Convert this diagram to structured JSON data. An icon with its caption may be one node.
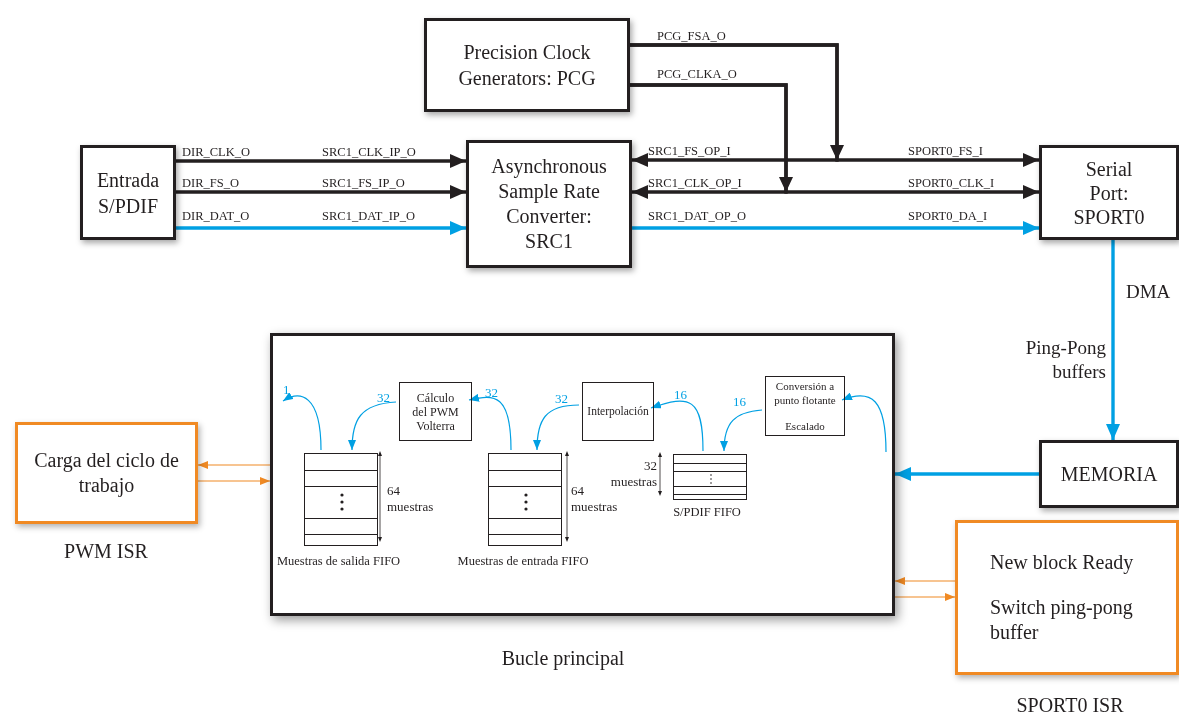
{
  "diagram": {
    "nodes": [
      {
        "text": [
          "Precision Clock Generators: PCG"
        ]
      },
      {
        "text": [
          "Entrada S/PDIF"
        ]
      },
      {
        "text": [
          "Asynchronous Sample Rate Converter: SRC1"
        ]
      },
      {
        "text": [
          "Serial Port: SPORT0"
        ]
      },
      {
        "text": [
          "MEMORIA"
        ]
      },
      {
        "text": [],
        "shape": "box",
        "beside": [
          "Bucle principal"
        ]
      },
      {
        "text": [
          "Carga del ciclo de trabajo"
        ],
        "beside": [
          "PWM ISR"
        ]
      },
      {
        "text": [
          "New block Ready",
          "Switch ping-pong buffer"
        ],
        "beside": [
          "SPORT0 ISR"
        ]
      },
      {
        "text": [],
        "shape": "box",
        "in": 5,
        "beside": [
          "64 muestras",
          "Muestras de salida FIFO"
        ]
      },
      {
        "text": [
          "Cálculo del PWM Volterra"
        ],
        "in": 5
      },
      {
        "text": [],
        "shape": "box",
        "in": 5,
        "beside": [
          "64 muestras",
          "Muestras de entrada FIFO"
        ]
      },
      {
        "text": [
          "Interpolación"
        ],
        "in": 5
      },
      {
        "text": [],
        "shape": "box",
        "in": 5,
        "beside": [
          "32 muestras",
          "S/PDIF FIFO"
        ]
      },
      {
        "text": [
          "Conversión a punto flotante",
          "Escalado"
        ],
        "in": 5
      }
    ],
    "edges": [
      {
        "from": 0,
        "to": 2,
        "arrow": "to",
        "label": "SRC1_FS_OP_I",
        "style": "thick",
        "color": "#231f20"
      },
      {
        "from": 0,
        "to": 3,
        "arrow": "to",
        "label": "SPORT0_FS_I",
        "style": "thick",
        "color": "#231f20"
      },
      {
        "from": 0,
        "to": 2,
        "arrow": "to",
        "label": "SRC1_CLK_OP_I",
        "style": "thick",
        "color": "#231f20"
      },
      {
        "from": 0,
        "to": 3,
        "arrow": "to",
        "label": "SPORT0_CLK_I",
        "style": "thick",
        "color": "#231f20"
      },
      {
        "from": 1,
        "to": 2,
        "arrow": "to",
        "label": "DIR_CLK_O",
        "style": "thick",
        "color": "#231f20"
      },
      {
        "from": 1,
        "to": 2,
        "arrow": "to",
        "label": "DIR_FS_O",
        "style": "thick",
        "color": "#231f20"
      },
      {
        "from": 1,
        "to": 2,
        "arrow": "to",
        "label": "DIR_DAT_O",
        "style": "thick"
      },
      {
        "from": 2,
        "to": 3,
        "arrow": "to",
        "label": "SRC1_DAT_OP_O",
        "style": "thick"
      },
      {
        "from": 3,
        "to": 4,
        "arrow": "to",
        "label": "DMA",
        "style": "thick"
      },
      {
        "from": 4,
        "to": 5,
        "arrow": "to",
        "style": "thick"
      },
      {
        "from": 5,
        "to": 6,
        "arrow": "to",
        "color": "#f08a24"
      },
      {
        "from": 6,
        "to": 5,
        "arrow": "to",
        "color": "#f08a24"
      },
      {
        "from": 7,
        "to": 5,
        "arrow": "to",
        "color": "#f08a24"
      },
      {
        "from": 5,
        "to": 7,
        "arrow": "to",
        "color": "#f08a24"
      },
      {
        "from": null,
        "to": 13,
        "arrow": "to"
      },
      {
        "from": 13,
        "to": 12,
        "arrow": "to",
        "label": "16"
      },
      {
        "from": 12,
        "to": 11,
        "arrow": "to",
        "label": "16"
      },
      {
        "from": 11,
        "to": 10,
        "arrow": "to",
        "label": "32"
      },
      {
        "from": 10,
        "to": 9,
        "arrow": "to",
        "label": "32"
      },
      {
        "from": 9,
        "to": 8,
        "arrow": "to",
        "label": "32"
      },
      {
        "from": 8,
        "to": null,
        "arrow": "to",
        "label": "1"
      }
    ],
    "labels": [
      "PCG_FSA_O",
      "PCG_CLKA_O",
      "SRC1_CLK_IP_O",
      "SRC1_FS_IP_O",
      "SRC1_DAT_IP_O",
      "SPORT0_DA_I",
      "Ping-Pong buffers"
    ]
  }
}
